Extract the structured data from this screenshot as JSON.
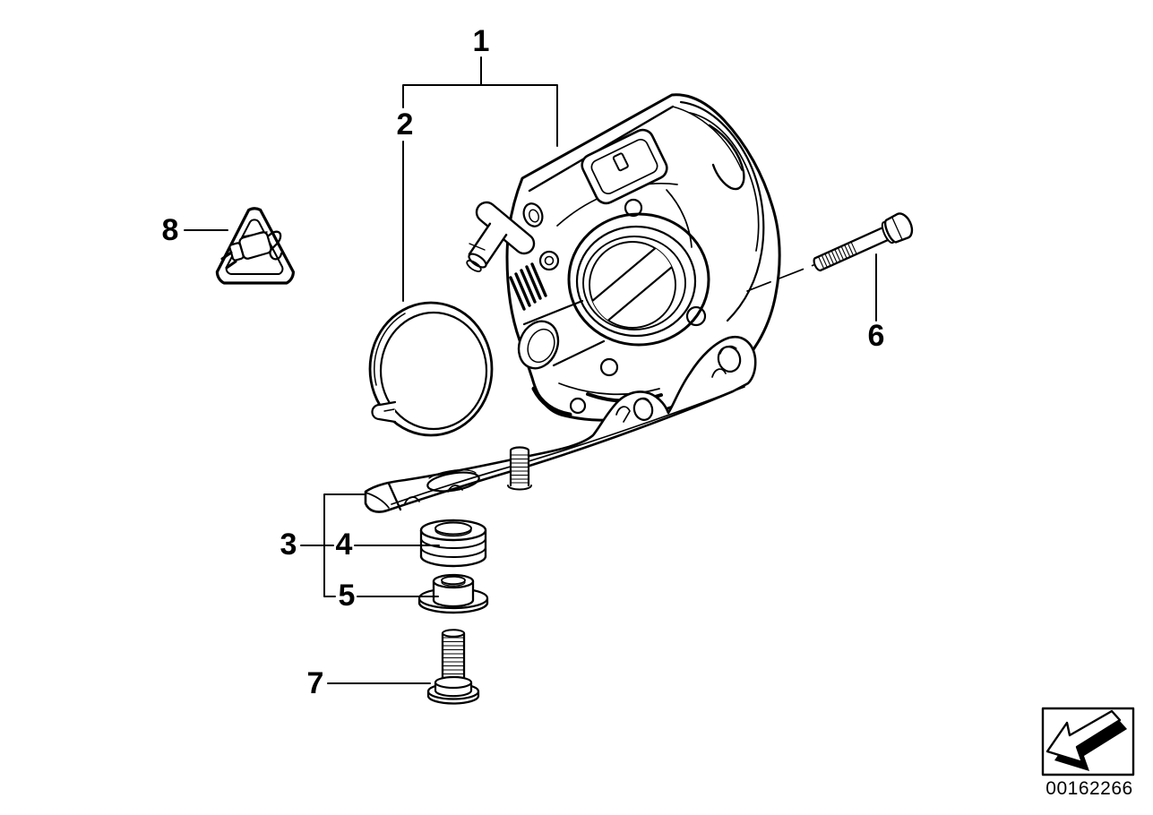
{
  "canvas": {
    "background": "#ffffff",
    "line_color": "#000000"
  },
  "callouts": [
    {
      "label": "1"
    },
    {
      "label": "2"
    },
    {
      "label": "3"
    },
    {
      "label": "4"
    },
    {
      "label": "5"
    },
    {
      "label": "6"
    },
    {
      "label": "7"
    },
    {
      "label": "8"
    }
  ],
  "footer": {
    "image_id": "00162266"
  },
  "icons": {
    "warning": "electrical-plug-warning-triangle-icon",
    "navigation": "page-back-arrow-icon"
  }
}
